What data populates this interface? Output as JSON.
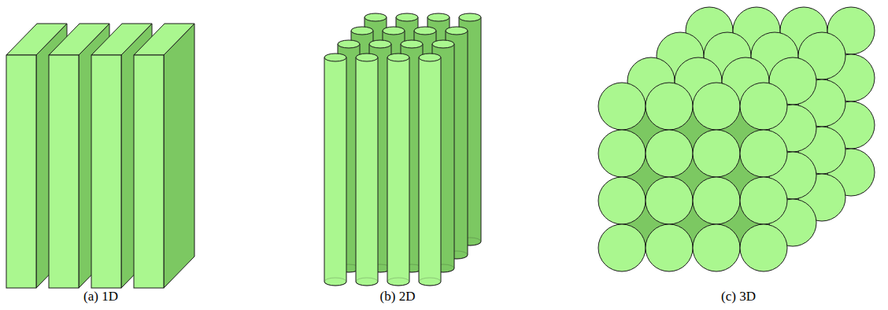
{
  "diagram": {
    "labels": [
      "(a) 1D",
      "(b) 2D",
      "(c) 3D"
    ]
  }
}
